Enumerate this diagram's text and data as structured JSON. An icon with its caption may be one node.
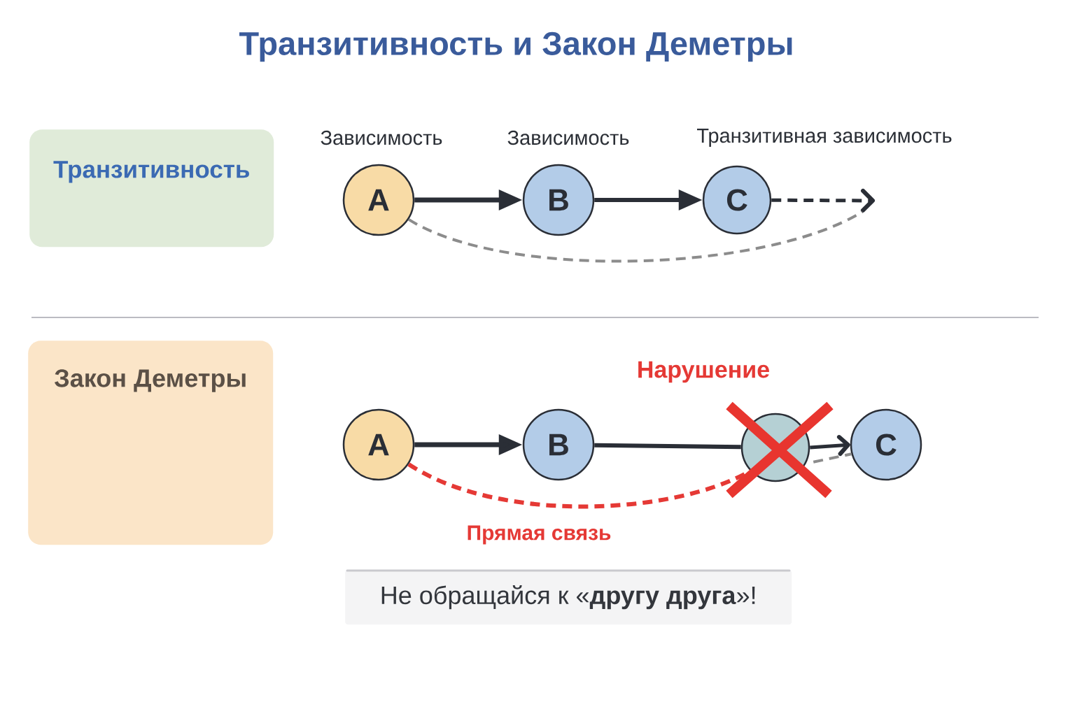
{
  "diagram": {
    "title": "Транзитивность и Закон Деметры",
    "nodes": [
      {
        "text": [
          "Транзитивность"
        ]
      },
      {
        "text": [
          "A"
        ],
        "beside": [
          "Зависимость"
        ]
      },
      {
        "text": [
          "B"
        ],
        "beside": [
          "Зависимость"
        ]
      },
      {
        "text": [
          "C"
        ],
        "beside": [
          "Транзитивная зависимость"
        ]
      },
      {
        "text": [
          "Закон Деметры"
        ]
      },
      {
        "text": [
          "A"
        ]
      },
      {
        "text": [
          "B"
        ]
      },
      {
        "text": [],
        "shape": "circle"
      },
      {
        "text": [
          "C"
        ]
      },
      {
        "text": [
          "Не обращайся к «**другу друга**»!"
        ]
      }
    ],
    "edges": [
      {
        "from": 1,
        "to": 2,
        "arrow": "to"
      },
      {
        "from": 2,
        "to": 3,
        "arrow": "to"
      },
      {
        "from": 3,
        "to": null,
        "arrow": "to",
        "style": "dashed"
      },
      {
        "from": 1,
        "to": null,
        "arrow": "none",
        "style": "dashed",
        "color": "#8c8c8c"
      },
      {
        "from": 5,
        "to": 6,
        "arrow": "to"
      },
      {
        "from": 6,
        "to": 7,
        "arrow": "none"
      },
      {
        "from": 7,
        "to": 8,
        "arrow": "to"
      },
      {
        "from": 7,
        "to": 8,
        "arrow": "none",
        "style": "dashed",
        "color": "#8c8c8c"
      },
      {
        "from": 5,
        "to": 7,
        "arrow": "none",
        "style": "dashed",
        "color": "#e53935",
        "label": "Прямая связь"
      }
    ],
    "labels": [
      "Нарушение"
    ]
  }
}
